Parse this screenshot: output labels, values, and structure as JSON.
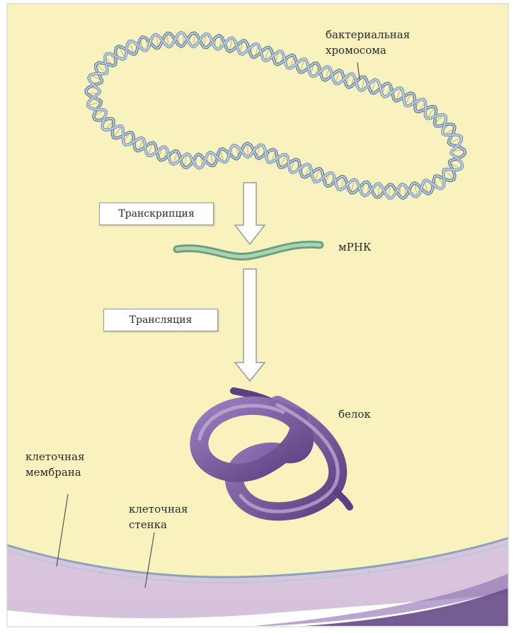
{
  "labels": {
    "chromosome_line1": "бактериальная",
    "chromosome_line2": "хромосома",
    "transcription": "Транскрипция",
    "mrna": "мРНК",
    "translation": "Трансляция",
    "protein": "белок",
    "membrane_line1": "клеточная",
    "membrane_line2": "мембрана",
    "wall_line1": "клеточная",
    "wall_line2": "стенка"
  },
  "colors": {
    "cytoplasm": "#f8f2be",
    "cell_wall": "#e3cfe0",
    "wall_shadow": "#6a4a8e",
    "membrane": "#8aa4bf",
    "dna_strand": "#8aa2b8",
    "dna_rung": "#d4c98c",
    "mrna": "#8cbf9a",
    "protein": "#7a5a9c",
    "arrow_fill": "#ffffff",
    "arrow_stroke": "#9a9a9a",
    "leader": "#555555"
  }
}
